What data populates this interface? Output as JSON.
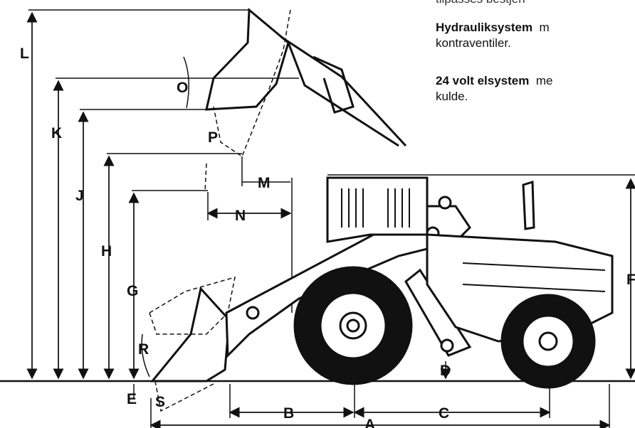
{
  "text": {
    "top_partial": "tilpasses bestjen",
    "hyd_bold": "Hydrauliksystem",
    "hyd_rest": "m",
    "hyd_line2": "kontraventiler.",
    "volt_bold": "24 volt elsystem",
    "volt_rest": "me",
    "volt_line2": "kulde."
  },
  "labels": {
    "A": "A",
    "B": "B",
    "C": "C",
    "D": "D",
    "E": "E",
    "F": "F",
    "G": "G",
    "H": "H",
    "J": "J",
    "K": "K",
    "L": "L",
    "M": "M",
    "N": "N",
    "O": "O",
    "P": "P",
    "R": "R",
    "S": "S"
  }
}
